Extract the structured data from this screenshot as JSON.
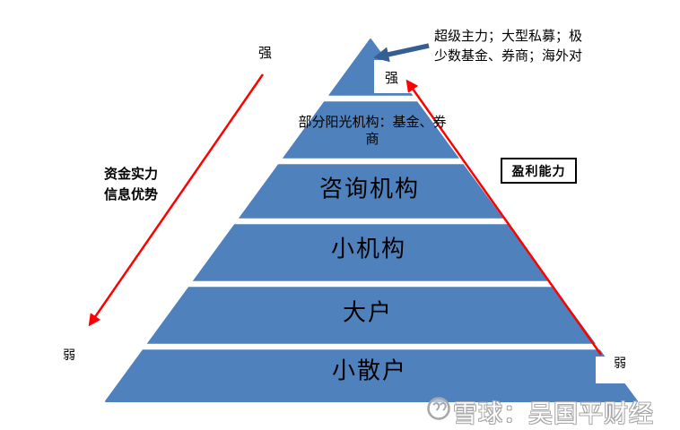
{
  "colors": {
    "pyramid_fill": "#4F81BD",
    "dark_arrow": "#365F91",
    "red_arrow": "#FF0000",
    "watermark_gray": "#A8A8A8"
  },
  "top_annotation": {
    "line1": "超级主力；大型私募；极",
    "line2": "少数基金、券商；海外对"
  },
  "left_scale": {
    "strong": "强",
    "weak": "弱",
    "caption_line1": "资金实力",
    "caption_line2": "信息优势"
  },
  "right_scale": {
    "strong": "强",
    "weak": "弱",
    "ability_box_label": "盈利能力"
  },
  "pyramid": {
    "levels": [
      {
        "name": "apex",
        "label": ""
      },
      {
        "name": "sunshine-institutions",
        "line1": "部分阳光机构：基金、券",
        "line2": "商"
      },
      {
        "name": "consulting",
        "label": "咨询机构"
      },
      {
        "name": "small-institutions",
        "label": "小机构"
      },
      {
        "name": "big-players",
        "label": "大户"
      },
      {
        "name": "retail-investors",
        "label": "小散户"
      }
    ]
  },
  "watermark": {
    "brand": "雪球：吴国平财经"
  }
}
